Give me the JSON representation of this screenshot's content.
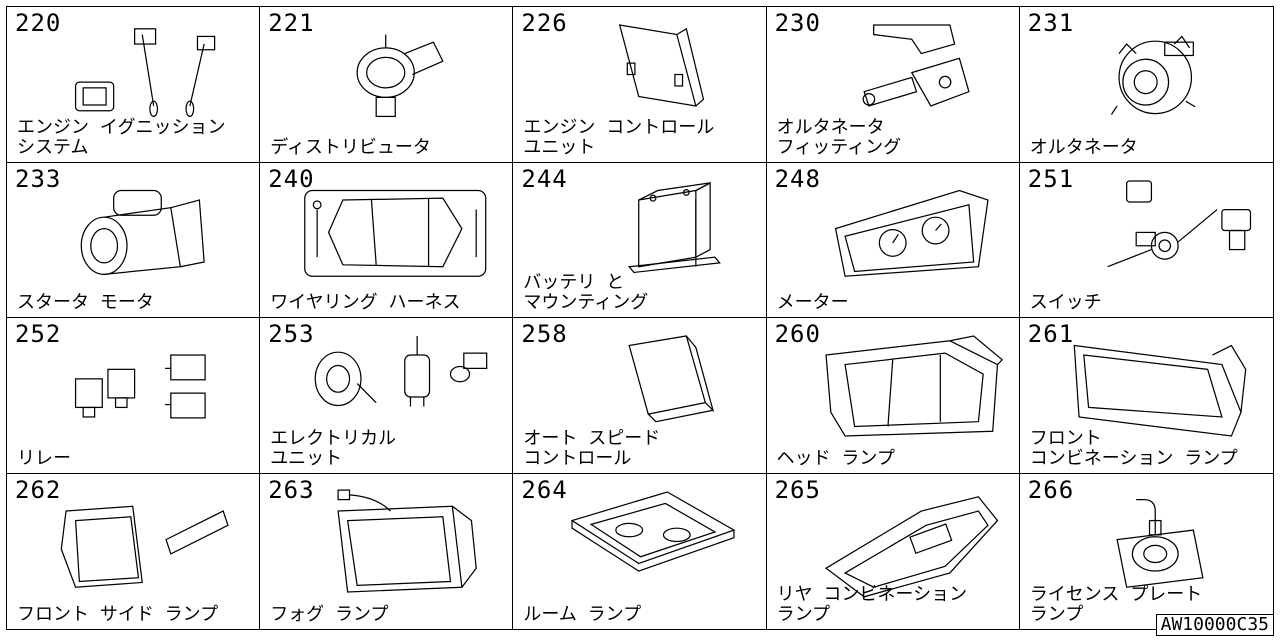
{
  "catalog": [
    {
      "code": "220",
      "label": "エンジン イグニッション\nシステム",
      "icon": "ignition-system"
    },
    {
      "code": "221",
      "label": "ディストリビュータ",
      "icon": "distributor"
    },
    {
      "code": "226",
      "label": "エンジン コントロール\nユニット",
      "icon": "engine-control-unit"
    },
    {
      "code": "230",
      "label": "オルタネータ\nフィッティング",
      "icon": "alternator-fitting"
    },
    {
      "code": "231",
      "label": "オルタネータ",
      "icon": "alternator"
    },
    {
      "code": "233",
      "label": "スタータ モータ",
      "icon": "starter-motor"
    },
    {
      "code": "240",
      "label": "ワイヤリング ハーネス",
      "icon": "wiring-harness"
    },
    {
      "code": "244",
      "label": "バッテリ と\nマウンティング",
      "icon": "battery"
    },
    {
      "code": "248",
      "label": "メーター",
      "icon": "meter"
    },
    {
      "code": "251",
      "label": "スイッチ",
      "icon": "switch"
    },
    {
      "code": "252",
      "label": "リレー",
      "icon": "relay"
    },
    {
      "code": "253",
      "label": "エレクトリカル\nユニット",
      "icon": "electrical-unit"
    },
    {
      "code": "258",
      "label": "オート スピード\nコントロール",
      "icon": "auto-speed-control"
    },
    {
      "code": "260",
      "label": "ヘッド ランプ",
      "icon": "head-lamp"
    },
    {
      "code": "261",
      "label": "フロント\nコンビネーション ランプ",
      "icon": "front-combination-lamp"
    },
    {
      "code": "262",
      "label": "フロント サイド ランプ",
      "icon": "front-side-lamp"
    },
    {
      "code": "263",
      "label": "フォグ ランプ",
      "icon": "fog-lamp"
    },
    {
      "code": "264",
      "label": "ルーム ランプ",
      "icon": "room-lamp"
    },
    {
      "code": "265",
      "label": "リヤ コンビネーション\nランプ",
      "icon": "rear-combination-lamp"
    },
    {
      "code": "266",
      "label": "ライセンス プレート\nランプ",
      "icon": "license-plate-lamp"
    }
  ],
  "footer_code": "AW10000C35"
}
